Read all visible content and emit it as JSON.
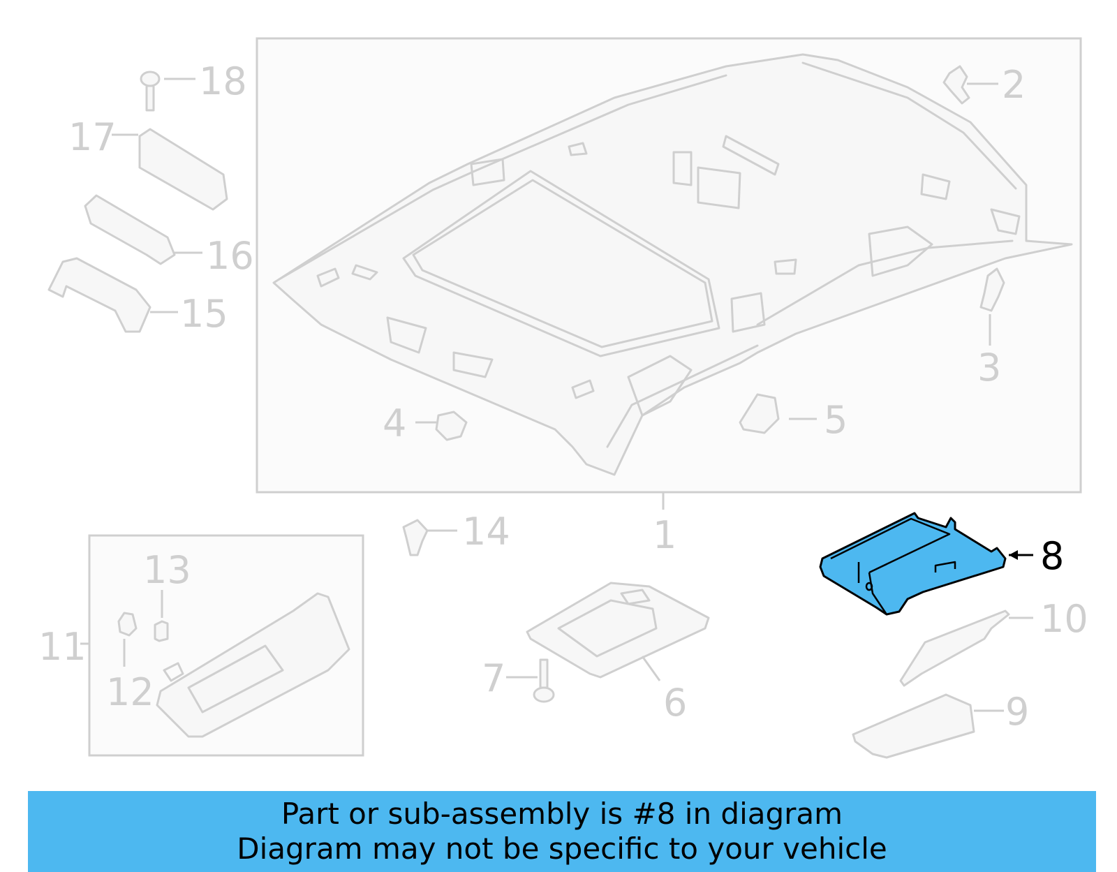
{
  "callouts": {
    "c1": "1",
    "c2": "2",
    "c3": "3",
    "c4": "4",
    "c5": "5",
    "c6": "6",
    "c7": "7",
    "c8": "8",
    "c9": "9",
    "c10": "10",
    "c11": "11",
    "c12": "12",
    "c13": "13",
    "c14": "14",
    "c15": "15",
    "c16": "16",
    "c17": "17",
    "c18": "18"
  },
  "highlighted_part": "8",
  "colors": {
    "highlight": "#4db8f0",
    "faded": "#cfcfcf"
  },
  "banner": {
    "line1": "Part or sub-assembly is #8 in diagram",
    "line2": "Diagram may not be specific to your vehicle"
  }
}
